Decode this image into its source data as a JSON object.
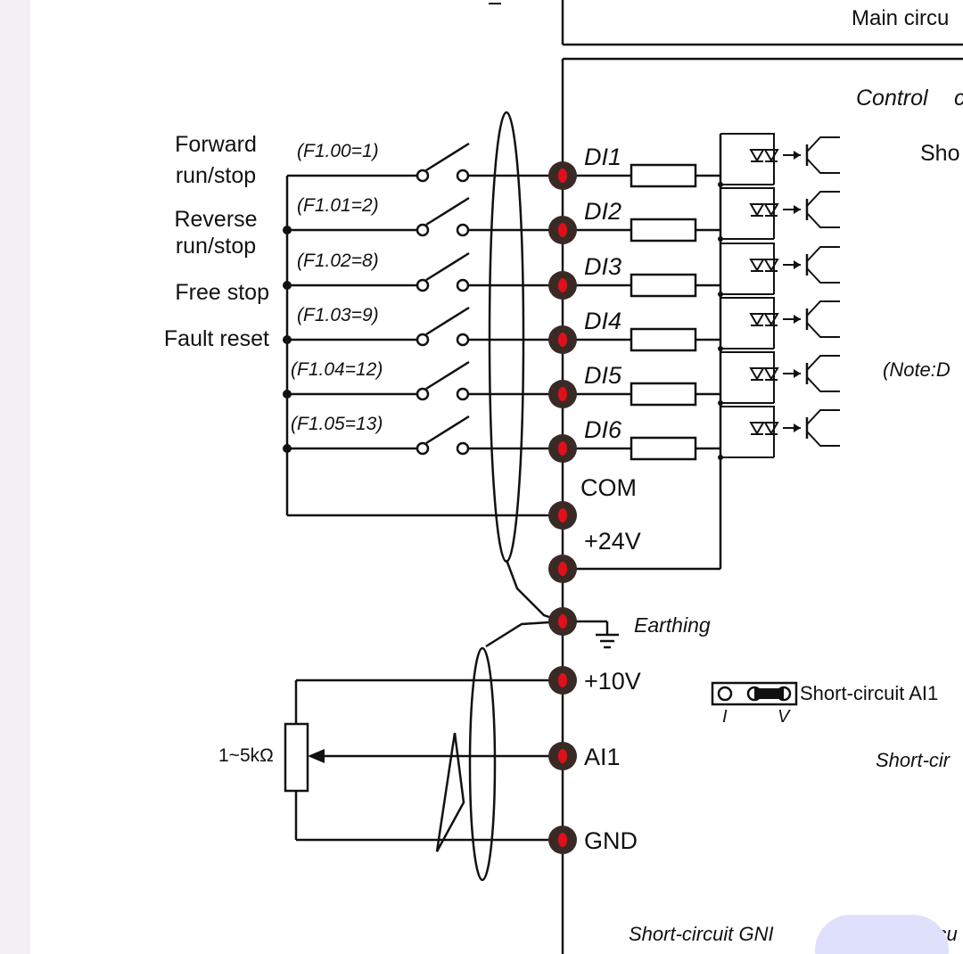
{
  "labels": {
    "main_circuit": "Main circu",
    "control": "Control",
    "control_tail": "c",
    "sho": "Sho",
    "note": "(Note:D",
    "earthing": "Earthing",
    "jumper_label": "Short-circuit AI1",
    "jumper_i": "I",
    "jumper_v": "V",
    "short_cir": "Short-cir",
    "short_gnd": "Short-circuit GNI",
    "short_tail": "-circu",
    "pot_label": "1~5kΩ"
  },
  "digital_inputs": [
    {
      "terminal": "DI1",
      "param": "(F1.00=1)",
      "signal": [
        "Forward",
        "run/stop"
      ]
    },
    {
      "terminal": "DI2",
      "param": "(F1.01=2)",
      "signal": [
        "Reverse",
        "run/stop"
      ]
    },
    {
      "terminal": "DI3",
      "param": "(F1.02=8)",
      "signal": [
        "Free stop"
      ]
    },
    {
      "terminal": "DI4",
      "param": "(F1.03=9)",
      "signal": [
        "Fault reset"
      ]
    },
    {
      "terminal": "DI5",
      "param": "(F1.04=12)",
      "signal": []
    },
    {
      "terminal": "DI6",
      "param": "(F1.05=13)",
      "signal": []
    }
  ],
  "power_terminals": [
    {
      "terminal": "COM"
    },
    {
      "terminal": "+24V"
    }
  ],
  "analog_terminals": [
    {
      "terminal": "+10V"
    },
    {
      "terminal": "AI1"
    },
    {
      "terminal": "GND"
    }
  ],
  "colors": {
    "terminal_fill": "#3a2a26",
    "terminal_dot": "#e0101a",
    "line": "#111111"
  }
}
